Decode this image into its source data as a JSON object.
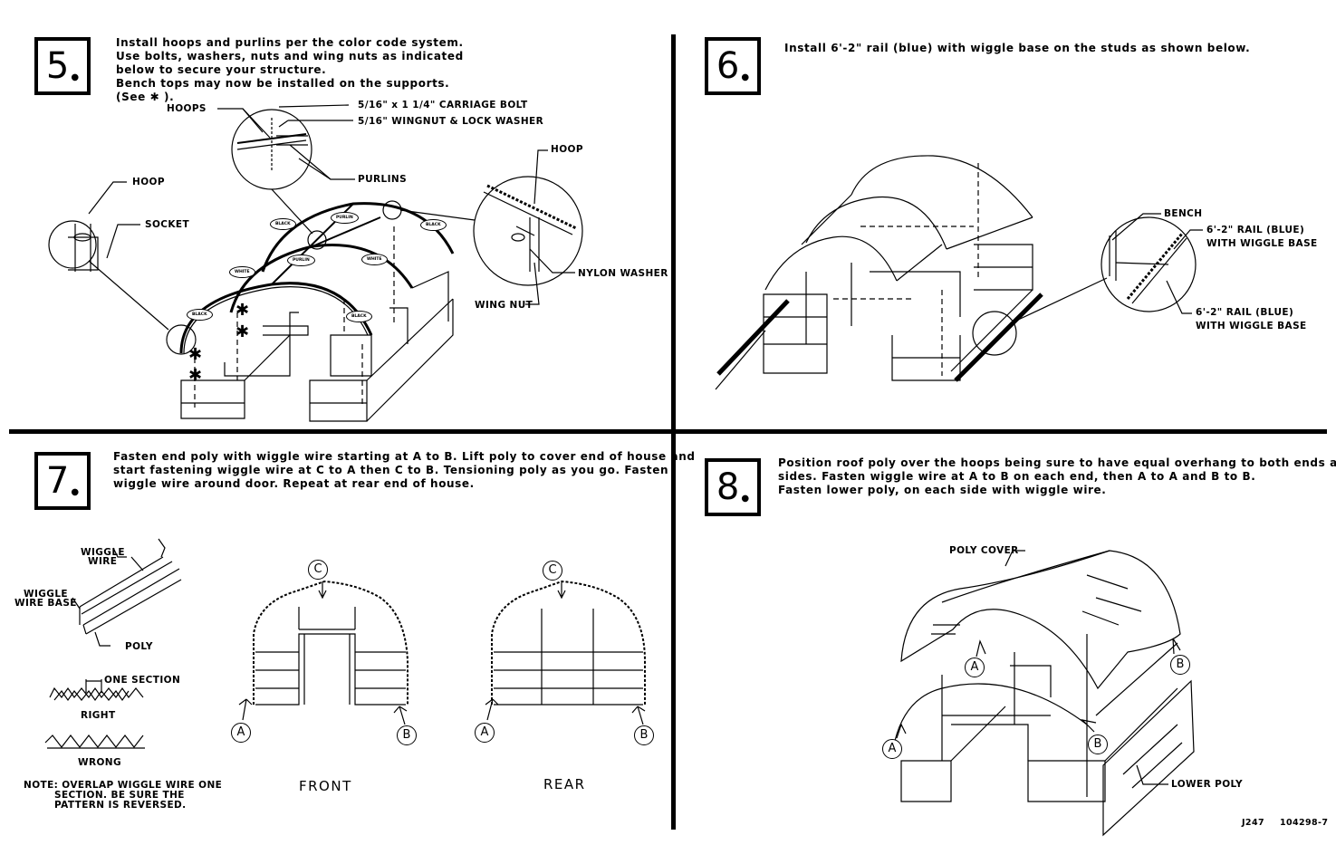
{
  "steps": {
    "s5": {
      "number": "5",
      "text": "Install hoops and purlins per the color code system.\nUse bolts, washers, nuts and wing nuts as indicated\nbelow to secure your structure.\nBench tops may now be installed on the supports.\n(See ✱ ).",
      "labels": {
        "hoops": "HOOPS",
        "bolt": "5/16\" x 1 1/4\" CARRIAGE BOLT",
        "wingnut": "5/16\" WINGNUT & LOCK WASHER",
        "purlins": "PURLINS",
        "hoop_left": "HOOP",
        "socket": "SOCKET",
        "hoop_right": "HOOP",
        "nylon_washer": "NYLON WASHER",
        "wing_nut": "WING NUT"
      },
      "tags": [
        "BLACK",
        "PURLIN",
        "BLACK",
        "WHITE",
        "PURLIN",
        "WHITE",
        "BLACK",
        "BLACK"
      ]
    },
    "s6": {
      "number": "6",
      "text": "Install 6'-2\" rail (blue) with wiggle base on the studs as shown below.",
      "labels": {
        "bench": "BENCH",
        "rail1_a": "6'-2\" RAIL (BLUE)",
        "rail1_b": "WITH WIGGLE BASE",
        "rail2_a": "6'-2\" RAIL (BLUE)",
        "rail2_b": "WITH WIGGLE BASE"
      }
    },
    "s7": {
      "number": "7",
      "text": "Fasten end poly with wiggle wire starting at A to B. Lift poly to cover end of house and\nstart fastening wiggle wire at C to A then C to B. Tensioning poly as you go. Fasten\nwiggle wire around door. Repeat at rear end of house.",
      "labels": {
        "wiggle_wire_1": "WIGGLE",
        "wiggle_wire_2": "WIRE",
        "base_1": "WIGGLE",
        "base_2": "WIRE BASE",
        "poly": "POLY",
        "one_section": "ONE SECTION",
        "right": "RIGHT",
        "wrong": "WRONG",
        "note_1": "NOTE: OVERLAP WIGGLE WIRE ONE",
        "note_2": "SECTION. BE SURE THE",
        "note_3": "PATTERN IS REVERSED.",
        "front": "FRONT",
        "rear": "REAR"
      },
      "points": {
        "a": "A",
        "b": "B",
        "c": "C"
      }
    },
    "s8": {
      "number": "8",
      "text": "Position roof poly over the hoops being sure to have equal overhang to both ends and\nsides. Fasten wiggle wire at A to B on each end, then A to A and B to B.\nFasten lower poly, on each side with wiggle wire.",
      "labels": {
        "poly_cover": "POLY COVER",
        "lower_poly": "LOWER POLY"
      },
      "points": {
        "a": "A",
        "b": "B"
      }
    }
  },
  "footer": {
    "code": "J247",
    "part": "104298-7"
  }
}
